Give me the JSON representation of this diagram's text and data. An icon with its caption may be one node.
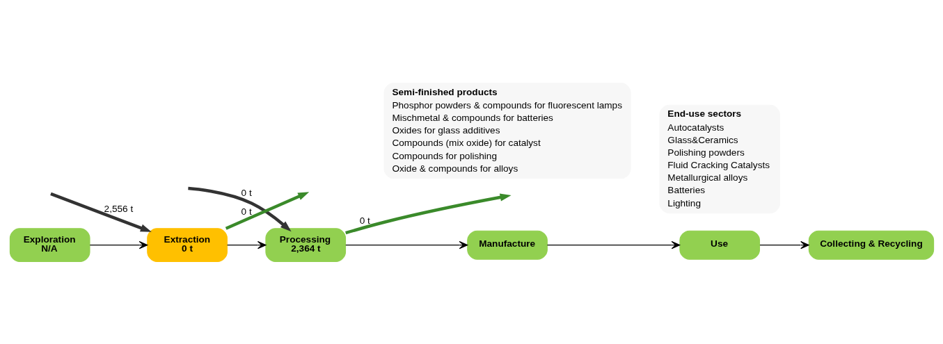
{
  "diagram": {
    "nodes": [
      {
        "text": [
          "Exploration",
          "N/A"
        ]
      },
      {
        "text": [
          "Extraction",
          "0 t"
        ]
      },
      {
        "text": [
          "Processing",
          "2,364 t"
        ]
      },
      {
        "text": [
          "Manufacture"
        ]
      },
      {
        "text": [
          "Use"
        ]
      },
      {
        "text": [
          "Collecting & Recycling"
        ]
      },
      {
        "text": [
          "Semi-finished products",
          "Phosphor powders & compounds for fluorescent lamps",
          "Mischmetal & compounds for batteries",
          "Oxides for glass additives",
          "Compounds (mix oxide) for catalyst",
          "Compounds for polishing",
          "Oxide & compounds for alloys"
        ]
      },
      {
        "text": [
          "End-use sectors",
          "Autocatalysts",
          "Glass&Ceramics",
          "Polishing powders",
          "Fluid Cracking Catalysts",
          "Metallurgical alloys",
          "Batteries",
          "Lighting"
        ]
      }
    ],
    "edges": [
      {
        "from": 0,
        "to": 1,
        "arrow": "to"
      },
      {
        "from": null,
        "to": 1,
        "arrow": "to",
        "label": "2,556 t",
        "style": "thick",
        "color": "#333333"
      },
      {
        "from": 1,
        "to": null,
        "arrow": "to",
        "label": "0 t",
        "style": "thick",
        "color": "#3a8a2a"
      },
      {
        "from": 1,
        "to": 2,
        "arrow": "to"
      },
      {
        "from": 2,
        "to": null,
        "arrow": "to",
        "label": "0 t",
        "style": "thick",
        "color": "#3a8a2a"
      },
      {
        "from": null,
        "to": 2,
        "arrow": "to",
        "label": "0 t",
        "style": "thick",
        "color": "#333333"
      },
      {
        "from": 2,
        "to": 3,
        "arrow": "to"
      },
      {
        "from": 3,
        "to": 4,
        "arrow": "to"
      },
      {
        "from": 4,
        "to": 5,
        "arrow": "to"
      }
    ]
  }
}
